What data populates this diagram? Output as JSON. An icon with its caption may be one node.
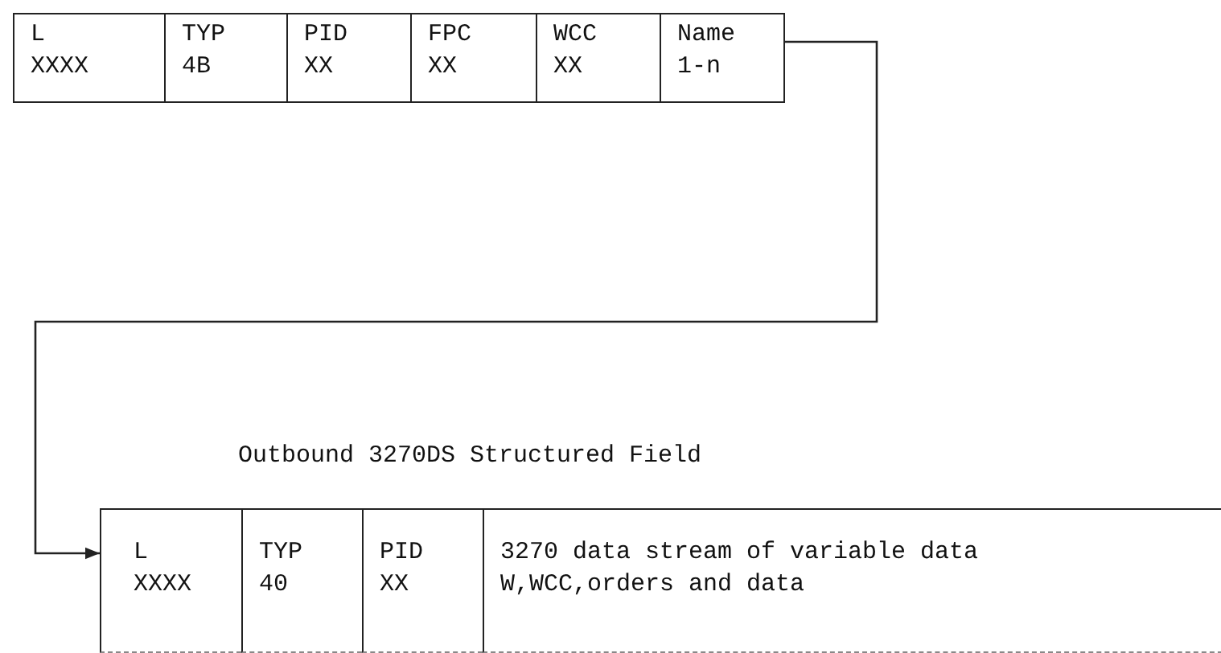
{
  "diagram": {
    "nodes": [
      {
        "text": [
          "L",
          "XXXX"
        ]
      },
      {
        "text": [
          "TYP",
          "4B"
        ]
      },
      {
        "text": [
          "PID",
          "XX"
        ]
      },
      {
        "text": [
          "FPC",
          "XX"
        ]
      },
      {
        "text": [
          "WCC",
          "XX"
        ]
      },
      {
        "text": [
          "Name",
          "1-n"
        ]
      },
      {
        "text": [
          "L",
          "XXXX"
        ]
      },
      {
        "text": [
          "TYP",
          "40"
        ]
      },
      {
        "text": [
          "PID",
          "XX"
        ]
      },
      {
        "text": [
          "3270 data stream of variable data",
          "W,WCC,orders and data"
        ]
      }
    ],
    "edges": [
      {
        "from": 5,
        "to": 6,
        "arrow": "to"
      }
    ],
    "title": "Outbound 3270DS Structured Field"
  }
}
